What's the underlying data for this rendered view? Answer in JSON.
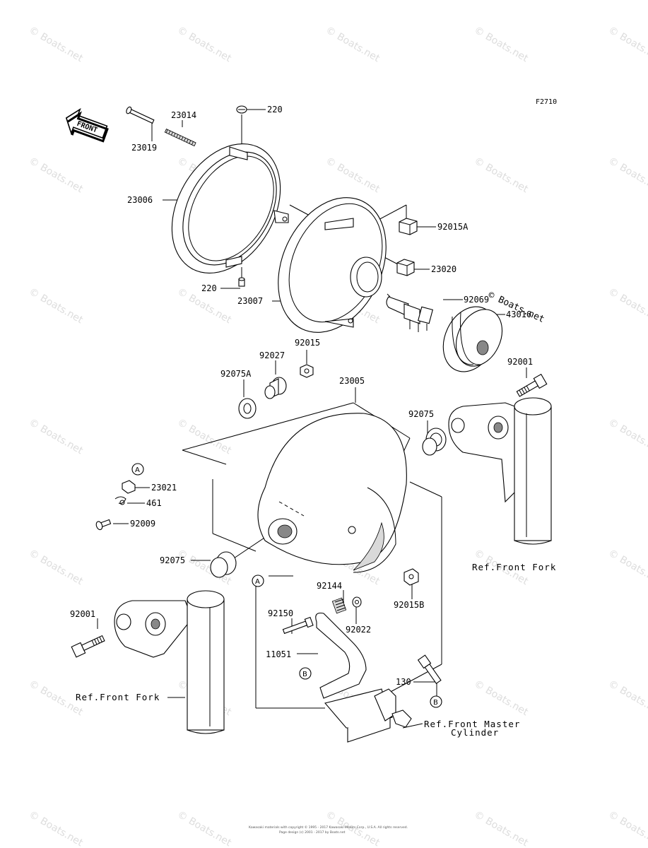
{
  "figure_code": "F2710",
  "front_arrow_text": "FRONT",
  "watermark_text": "© Boats.net",
  "overlay_watermark_text": "© Boats.net",
  "labels": {
    "p23014": "23014",
    "p23019": "23019",
    "p220_top": "220",
    "p23006": "23006",
    "p220_bottom": "220",
    "p23007": "23007",
    "p92015A": "92015A",
    "p23020": "23020",
    "p92069": "92069",
    "p43016": "43016",
    "p92015": "92015",
    "p92027": "92027",
    "p92075A": "92075A",
    "p23005": "23005",
    "p92001_right": "92001",
    "p92075_right": "92075",
    "p23021": "23021",
    "p461": "461",
    "p92009": "92009",
    "p92075_left": "92075",
    "p92144": "92144",
    "p92150": "92150",
    "p92022": "92022",
    "p92015B": "92015B",
    "p11051": "11051",
    "p130": "130",
    "p92001_left": "92001",
    "ref_front_fork_right": "Ref.Front Fork",
    "ref_front_fork_left": "Ref.Front Fork",
    "ref_master_line1": "Ref.Front Master",
    "ref_master_line2": "Cylinder"
  },
  "callouts": {
    "a_top": "A",
    "a_bottom": "A",
    "b_left": "B",
    "b_right": "B"
  },
  "footer_line1": "Kawasaki materials with copyright © 1995 - 2017 Kawasaki Motors Corp., U.S.A. All rights reserved.",
  "footer_line2": "Page design (c) 2001 - 2017 by Boats.net"
}
